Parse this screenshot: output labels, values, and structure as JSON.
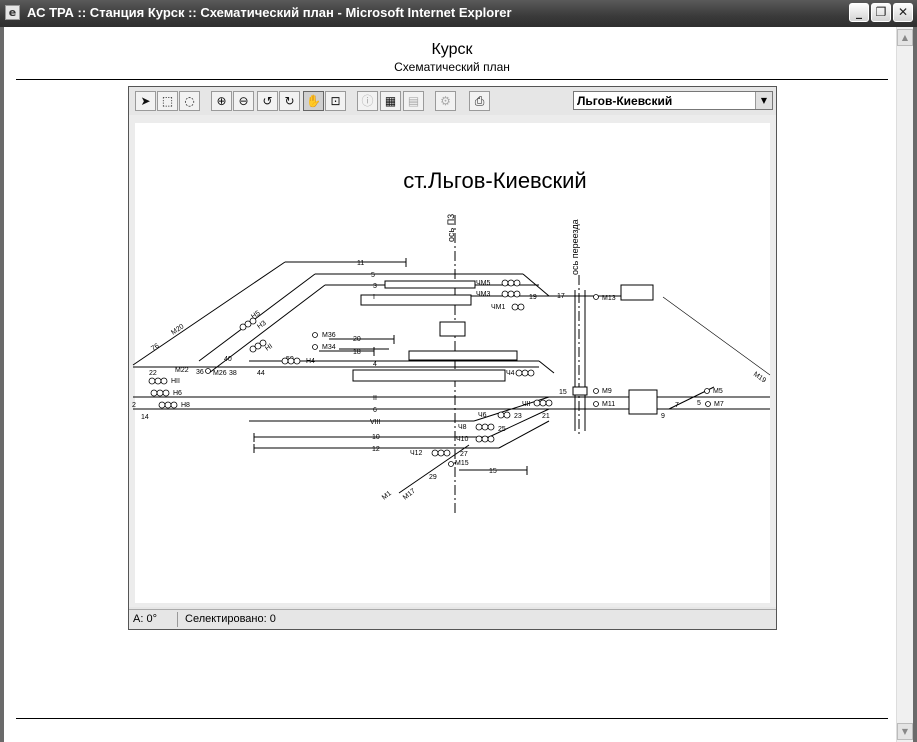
{
  "window": {
    "title": "АС ТРА :: Станция Курск :: Схематический план - Microsoft Internet Explorer",
    "buttons": [
      "_",
      "❐",
      "✕"
    ]
  },
  "page": {
    "title": "Курск",
    "subtitle": "Схематический план"
  },
  "toolbar": {
    "icons": [
      "select-arrow-icon",
      "select-box-icon",
      "select-lasso-icon",
      "zoom-in-icon",
      "zoom-out-icon",
      "rotate-left-icon",
      "rotate-right-icon",
      "pan-hand-icon",
      "zoom-fit-icon",
      "info-icon",
      "table-icon",
      "report-icon",
      "tool-icon",
      "print-icon"
    ],
    "station_selected": "Льгов-Киевский"
  },
  "scheme": {
    "station_title": "ст.Льгов-Киевский",
    "axis_labels": {
      "post": "ось П3",
      "crossing": "ось переезда"
    },
    "track_labels": [
      "11",
      "5",
      "3",
      "I",
      "20",
      "18",
      "4",
      "II",
      "6",
      "VIII",
      "10",
      "12",
      "15",
      "2",
      "14",
      "22"
    ],
    "switch_labels": [
      "19",
      "17",
      "15",
      "21",
      "23",
      "25",
      "27",
      "29",
      "9",
      "7",
      "5",
      "36",
      "38",
      "40",
      "44",
      "50"
    ],
    "signal_labels": [
      "ЧМ5",
      "ЧМ3",
      "ЧМ1",
      "Ч4",
      "ЧII",
      "Ч6",
      "Ч8",
      "Ч10",
      "Ч12",
      "М13",
      "М9",
      "М11",
      "М5",
      "М7",
      "М15",
      "М17",
      "М19",
      "М20",
      "М22",
      "М26",
      "М34",
      "М36",
      "Н5",
      "Н3",
      "НI",
      "НII",
      "Н4",
      "Н6",
      "Н8",
      "М1"
    ],
    "other_labels": [
      "76"
    ]
  },
  "status": {
    "angle": "А:  0°",
    "selected": "Селектировано:  0"
  }
}
